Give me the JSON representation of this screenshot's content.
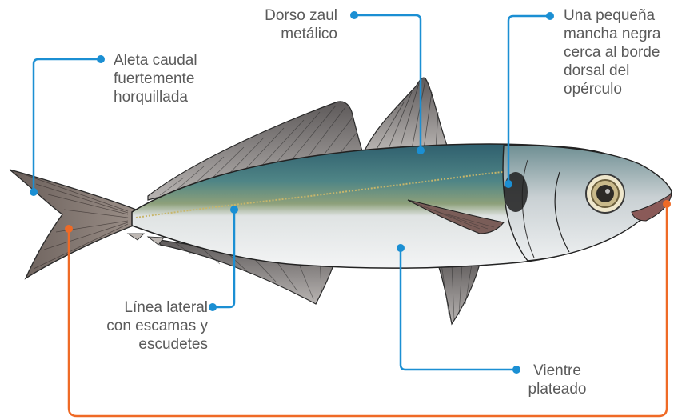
{
  "colors": {
    "leader_blue": "#1b8fd3",
    "leader_orange": "#ef6a26",
    "label_text": "#5a5a5a",
    "fish_back": "#3f7480",
    "fish_belly": "#eceef0",
    "fin": "#8a8686"
  },
  "labels": {
    "aleta_caudal": {
      "lines": [
        "Aleta caudal",
        "fuertemente",
        "horquillada"
      ]
    },
    "dorso": {
      "lines": [
        "Dorso zaul",
        "metálico"
      ]
    },
    "mancha": {
      "lines": [
        "Una pequeña",
        "mancha negra",
        "cerca al borde",
        "dorsal del",
        "opérculo"
      ]
    },
    "linea_lateral": {
      "lines": [
        "Línea lateral",
        "con escamas y",
        "escudetes"
      ]
    },
    "vientre": {
      "lines": [
        "Vientre",
        "plateado"
      ]
    }
  }
}
